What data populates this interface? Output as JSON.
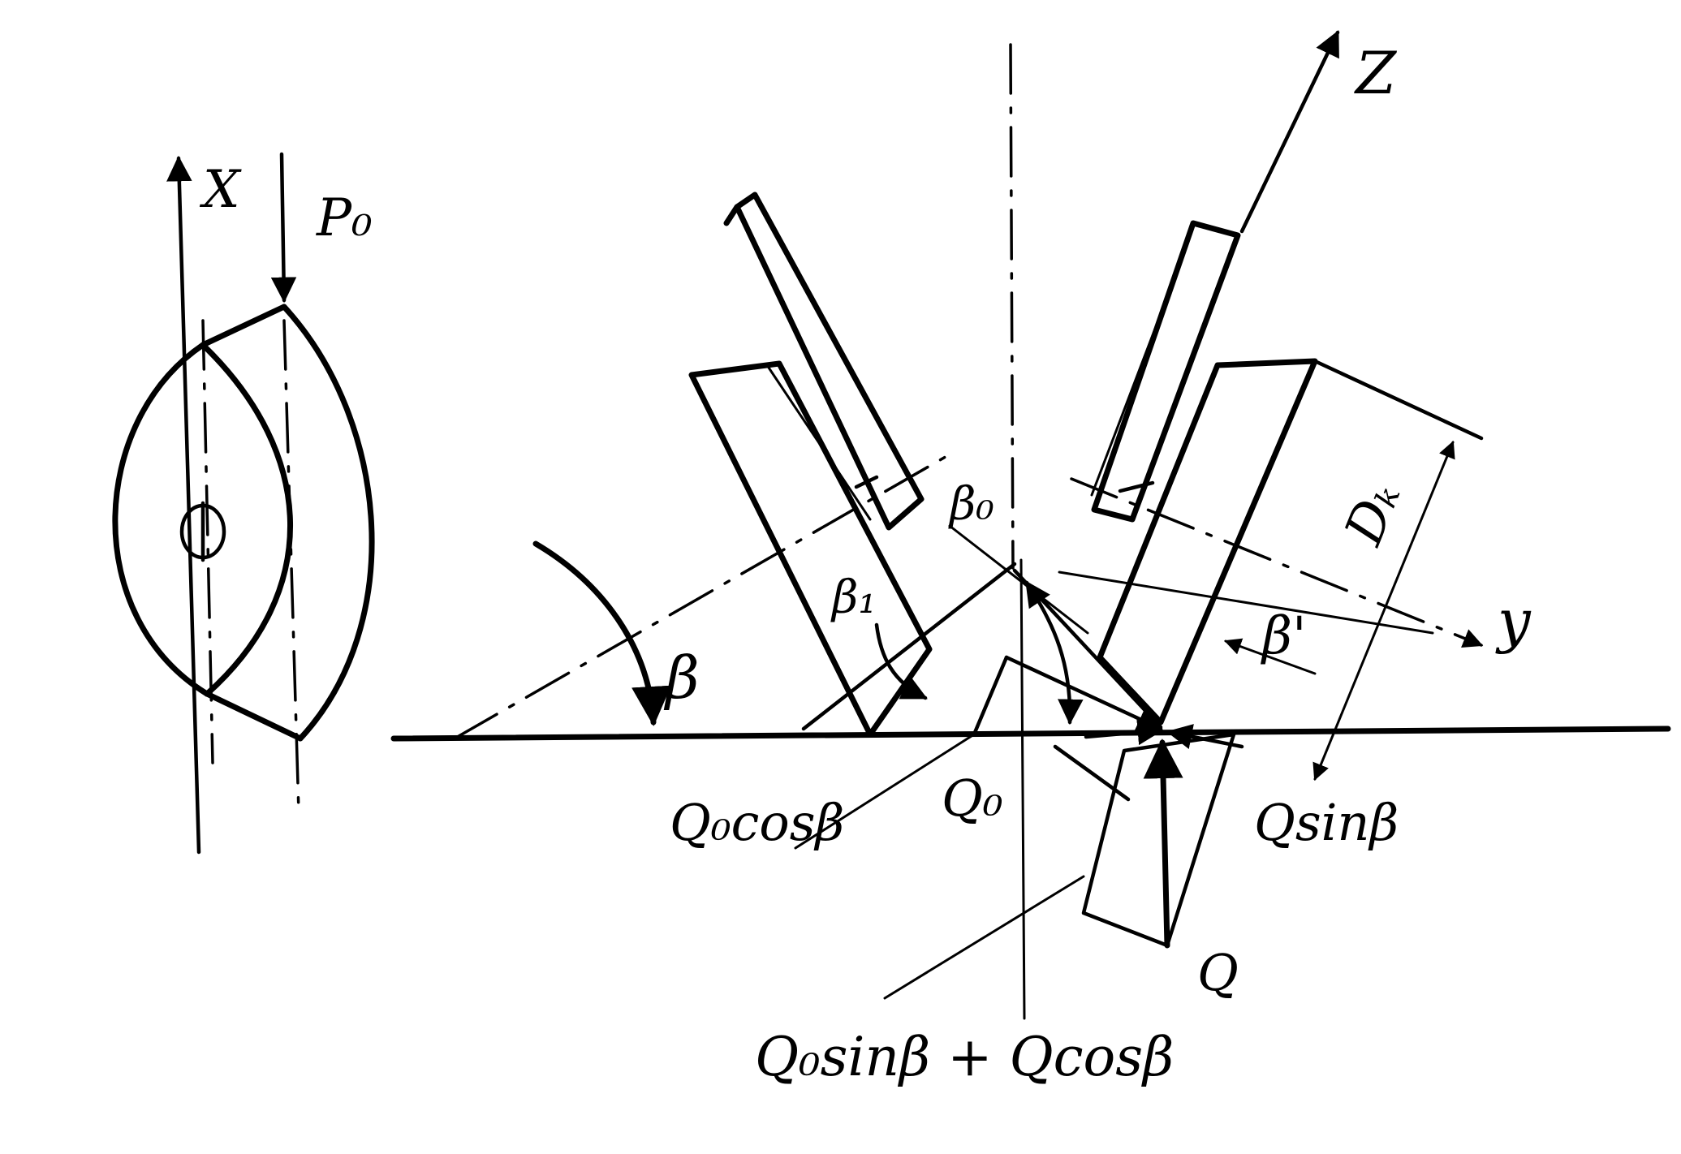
{
  "labels": {
    "x_axis": "X",
    "p0": "P₀",
    "z_axis": "Z",
    "y_axis": "y",
    "beta": "β",
    "beta0": "β₀",
    "beta1": "β₁",
    "beta_prime": "β'",
    "dk": "Dₖ",
    "q0cos": "Q₀cosβ",
    "q0": "Q₀",
    "qsin": "Qsinβ",
    "q": "Q",
    "sum": "Q₀sinβ + Qcosβ"
  },
  "colors": {
    "ink": "#000000",
    "background": "#ffffff"
  }
}
